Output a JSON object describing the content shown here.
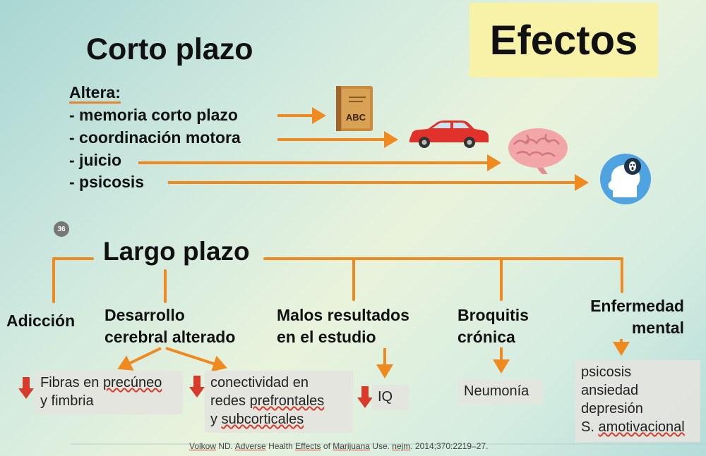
{
  "title": "Efectos",
  "short_term": {
    "heading": "Corto plazo",
    "intro": "Altera:",
    "items": [
      "- memoria corto plazo",
      "- coordinación motora",
      "- juicio",
      "- psicosis"
    ],
    "icons": [
      "abc-book-icon",
      "car-icon",
      "brain-icon",
      "head-psychosis-icon"
    ],
    "book_label": "ABC"
  },
  "slide_number": "36",
  "long_term": {
    "heading": "Largo plazo",
    "categories": {
      "adiccion": "Adicción",
      "desarrollo_1": "Desarrollo",
      "desarrollo_2": "cerebral alterado",
      "malos_1": "Malos resultados",
      "malos_2": "en el estudio",
      "bronquitis_1": "Broquitis",
      "bronquitis_2": "crónica",
      "enfermedad_1": "Enfermedad",
      "enfermedad_2": "mental"
    },
    "effects": {
      "fibras_1a": "Fibras en ",
      "fibras_1b": "precúneo",
      "fibras_2": "y fimbria",
      "conect_1": "conectividad en",
      "conect_2a": "redes ",
      "conect_2b": "prefrontales",
      "conect_3a": "y ",
      "conect_3b": "subcorticales",
      "iq": "IQ",
      "neumonia": "Neumonía",
      "mental_1": "psicosis",
      "mental_2": "ansiedad",
      "mental_3": "depresión",
      "mental_4a": "S. ",
      "mental_4b": "amotivacional"
    }
  },
  "citation": {
    "a": "Volkow",
    "b": " ND. ",
    "c": "Adverse",
    "d": " Health ",
    "e": "Effects",
    "f": " of ",
    "g": "Marijuana",
    "h": " Use. ",
    "i": "nejm",
    "j": ". 2014;370:2219–27."
  },
  "colors": {
    "arrow": "#f08a1e",
    "down_arrow": "#d93b2b",
    "title_bg": "#f8f2a8"
  }
}
